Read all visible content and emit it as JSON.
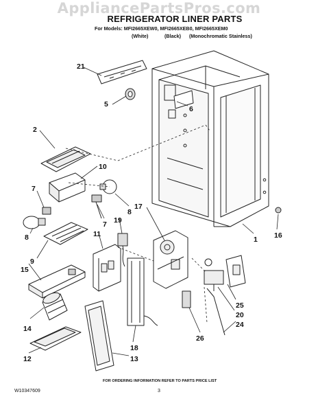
{
  "watermark": "AppliancePartsPros.com",
  "header": {
    "title": "REFRIGERATOR LINER PARTS",
    "models_line": "For Models: MFI2665XEW0, MFI2665XEB0, MFI2665XEM0",
    "variant_white": "(White)",
    "variant_black": "(Black)",
    "variant_stainless": "(Monochromatic Stainless)"
  },
  "callouts": [
    "21",
    "5",
    "6",
    "2",
    "10",
    "7",
    "8",
    "7",
    "17",
    "19",
    "11",
    "8",
    "9",
    "15",
    "1",
    "16",
    "14",
    "25",
    "20",
    "24",
    "26",
    "12",
    "18",
    "13"
  ],
  "footer": {
    "ordering_note": "FOR ORDERING INFORMATION REFER TO PARTS PRICE LIST",
    "document_id": "W10347609",
    "page_number": "3"
  }
}
